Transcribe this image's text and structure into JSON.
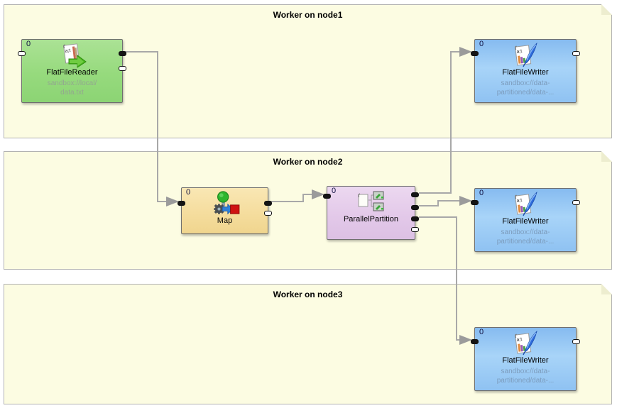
{
  "containers": [
    {
      "title": "Worker on node1"
    },
    {
      "title": "Worker on node2"
    },
    {
      "title": "Worker on node3"
    }
  ],
  "components": {
    "reader": {
      "badge": "0",
      "label": "FlatFileReader",
      "path1": "sandbox://local/",
      "path2": "data.txt"
    },
    "map": {
      "badge": "0",
      "label": "Map"
    },
    "partition": {
      "badge": "0",
      "label": "ParallelPartition"
    },
    "writer1": {
      "badge": "0",
      "label": "FlatFileWriter",
      "path1": "sandbox://data-",
      "path2": "partitioned/data-..."
    },
    "writer2": {
      "badge": "0",
      "label": "FlatFileWriter",
      "path1": "sandbox://data-",
      "path2": "partitioned/data-..."
    },
    "writer3": {
      "badge": "0",
      "label": "FlatFileWriter",
      "path1": "sandbox://data-",
      "path2": "partitioned/data-..."
    }
  },
  "colors": {
    "container_fill": "#fcfce2",
    "container_border": "#b2b2b2",
    "reader_fill": "#96da7d",
    "writer_fill": "#9ccaf5",
    "map_fill": "#f5dd9e",
    "partition_fill": "#e3c9e9",
    "edge": "#a8a8a8"
  }
}
